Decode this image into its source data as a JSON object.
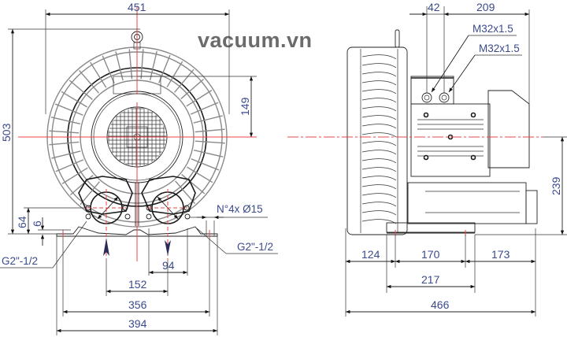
{
  "watermark": "vacuum.vn",
  "colors": {
    "dimension_text": "#3a4a8c",
    "centerline": "#e8454a",
    "watermark": "#6b6b6b"
  },
  "front_view": {
    "dimensions": {
      "overall_width": "451",
      "overall_height": "503",
      "center_to_top": "149",
      "port_flange_height": "64",
      "foot_thickness": "6",
      "port_spacing": "152",
      "port_flange_span": "94",
      "foot_hole_spacing": "356",
      "foot_overall_width": "394"
    },
    "notes": {
      "mounting_holes": "N°4x Ø15",
      "inlet_thread": "G2\"-1/2",
      "outlet_thread": "G2\"-1/2"
    }
  },
  "side_view": {
    "dimensions": {
      "cable_entry_spacing": "42",
      "cable_entry_to_end": "209",
      "center_height": "239",
      "front_to_foot": "124",
      "foot_hole_spacing": "170",
      "foot_to_end": "173",
      "foot_length": "217",
      "overall_length": "466"
    },
    "notes": {
      "cable_gland_1": "M32x1.5",
      "cable_gland_2": "M32x1.5"
    }
  }
}
